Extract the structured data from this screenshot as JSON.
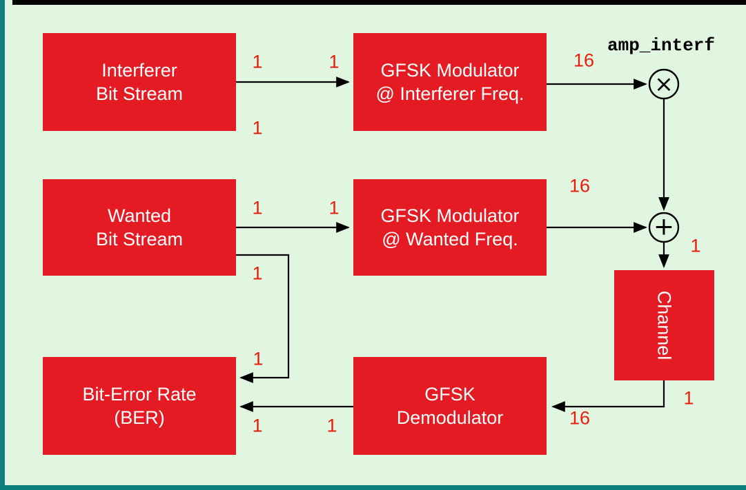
{
  "canvas": {
    "background": "#e1f6e0",
    "block_color": "#e41b23",
    "block_text_color": "#ffffff",
    "signal_label_color": "#ea1c0d",
    "wire_color": "#000000",
    "border_top_color": "#000000",
    "border_side_color": "#0d7f7f"
  },
  "blocks": {
    "interferer_bits": {
      "line1": "Interferer",
      "line2": "Bit Stream"
    },
    "gfsk_mod_interferer": {
      "line1": "GFSK Modulator",
      "line2": "@ Interferer Freq."
    },
    "wanted_bits": {
      "line1": "Wanted",
      "line2": "Bit Stream"
    },
    "gfsk_mod_wanted": {
      "line1": "GFSK Modulator",
      "line2": "@ Wanted Freq."
    },
    "channel": {
      "label": "Channel"
    },
    "gfsk_demodulator": {
      "line1": "GFSK",
      "line2": "Demodulator"
    },
    "ber": {
      "line1": "Bit-Error Rate",
      "line2": "(BER)"
    }
  },
  "operators": {
    "multiplier": {
      "symbol": "×",
      "gain_label": "amp_interf"
    },
    "adder": {
      "symbol": "+"
    }
  },
  "signal_labels": [
    {
      "text": "1"
    },
    {
      "text": "1"
    },
    {
      "text": "16"
    },
    {
      "text": "1"
    },
    {
      "text": "1"
    },
    {
      "text": "1"
    },
    {
      "text": "16"
    },
    {
      "text": "1"
    },
    {
      "text": "1"
    },
    {
      "text": "1"
    },
    {
      "text": "1"
    },
    {
      "text": "16"
    },
    {
      "text": "1"
    },
    {
      "text": "1"
    }
  ]
}
